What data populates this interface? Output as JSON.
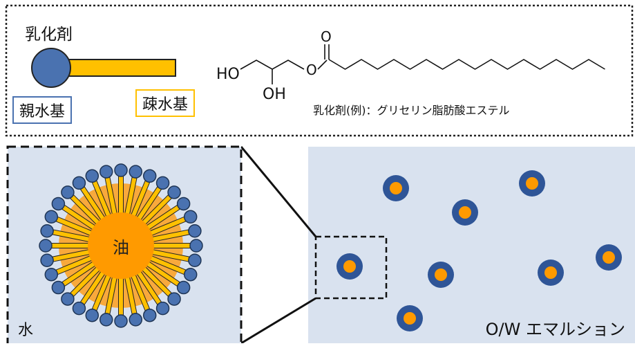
{
  "top_panel": {
    "emulsifier_label": "乳化剤",
    "hydrophilic_label": "親水基",
    "hydrophobic_label": "疎水基",
    "example_caption": "乳化剤(例)：グリセリン脂肪酸エステル",
    "molecule": {
      "carbonyl_oxygen": "O",
      "ester_oxygen": "O",
      "hydroxyl_left": "HO",
      "hydroxyl_bottom": "OH"
    }
  },
  "bottom_left": {
    "oil_label": "油",
    "water_label": "水"
  },
  "bottom_right": {
    "title": "O/W エマルション"
  },
  "colors": {
    "hydrophilic_head": "#4a72b0",
    "hydrophilic_outline": "#2e4f7c",
    "hydrophobic_tail": "#ffc000",
    "oil_core": "#ff9a00",
    "oil_halo": "#f8a93c",
    "water_background": "#d9e2ef",
    "droplet_ring": "#2f5597",
    "hydrophilic_box_border": "#4a72b0",
    "hydrophobic_box_border": "#ffc000"
  }
}
